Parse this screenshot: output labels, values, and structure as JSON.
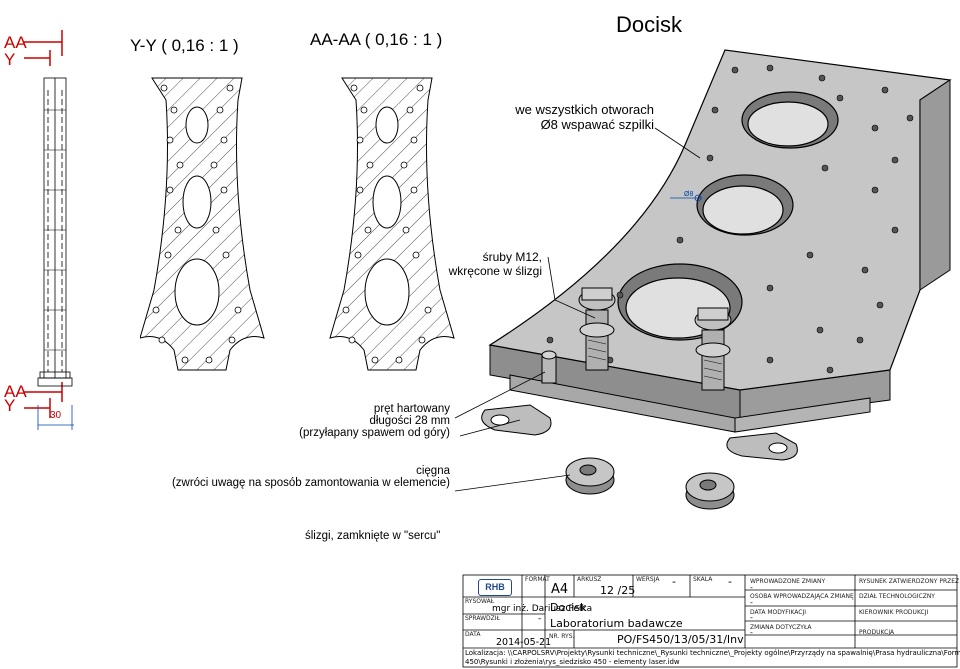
{
  "drawing": {
    "title": "Docisk",
    "view_y": "Y-Y ( 0,16 : 1 )",
    "view_aa": "AA-AA ( 0,16 : 1 )",
    "sec_aa_top": "AA",
    "sec_y_top": "Y",
    "sec_aa_bottom": "AA",
    "sec_y_bottom": "Y",
    "dim_30": "30",
    "dim_phi8": "Ø8"
  },
  "notes": {
    "studs_1": "we wszystkich otworach",
    "studs_2": "Ø8 wspawać szpilki",
    "bolts_1": "śruby M12,",
    "bolts_2": "wkręcone w ślizgi",
    "rod_1": "pręt hartowany",
    "rod_2": "długości 28 mm",
    "rod_3": "(przyłapany spawem od góry)",
    "links_1": "cięgna",
    "links_2": "(zwróci uwagę na sposób zamontowania w elemencie)",
    "skids": "ślizgi, zamknięte w \"sercu\""
  },
  "title_block": {
    "logo_text": "RHB",
    "format_label": "FORMAT",
    "format": "A4",
    "sheet_label": "ARKUSZ",
    "sheet": "12 /25",
    "version_label": "WERSJA",
    "version": "-",
    "scale_label": "SKALA",
    "scale": "-",
    "drawn_label": "RYSOWAŁ",
    "drawn": "mgr inż. Dariusz Pełka",
    "checked_label": "SPRAWDZIŁ",
    "checked": "-",
    "date_label": "DATA",
    "date": "2014-05-21",
    "name": "Docisk",
    "lab": "Laboratorium badawcze",
    "nr_label": "NR. RYS.",
    "nr": "PO/FS450/13/05/31/Inv",
    "changes_label": "WPROWADZONE ZMIANY",
    "changes": "-",
    "person_label": "OSOBA WPROWADZAJĄCA ZMIANĘ",
    "person": "-",
    "moddate_label": "DATA MODYFIKACJI",
    "moddate": "-",
    "change_rel_label": "ZMIANA DOTYCZYŁA",
    "change_rel": "-",
    "approved_label": "RYSUNEK ZATWIERDZONY PRZEZ",
    "tech_label": "DZIAŁ TECHNOLOGICZNY",
    "prod_mgr_label": "KIEROWNIK PRODUKCJI",
    "prod_label": "PRODUKCJA",
    "location_1": "Lokalizacja: \\\\CARPOLSRV\\Projekty\\Rysunki techniczne\\_Rysunki techniczne\\_Projekty ogólne\\Przyrządy na spawalnię\\Prasa hydrauliczna\\Forma siedziska",
    "location_2": "450\\Rysunki i złożenia\\rys_siedzisko 450 - elementy laser.idw"
  },
  "colors": {
    "red": "#cc0000",
    "part_face": "#c6c6c6",
    "part_side": "#8e8e8e",
    "outline": "#000000"
  }
}
